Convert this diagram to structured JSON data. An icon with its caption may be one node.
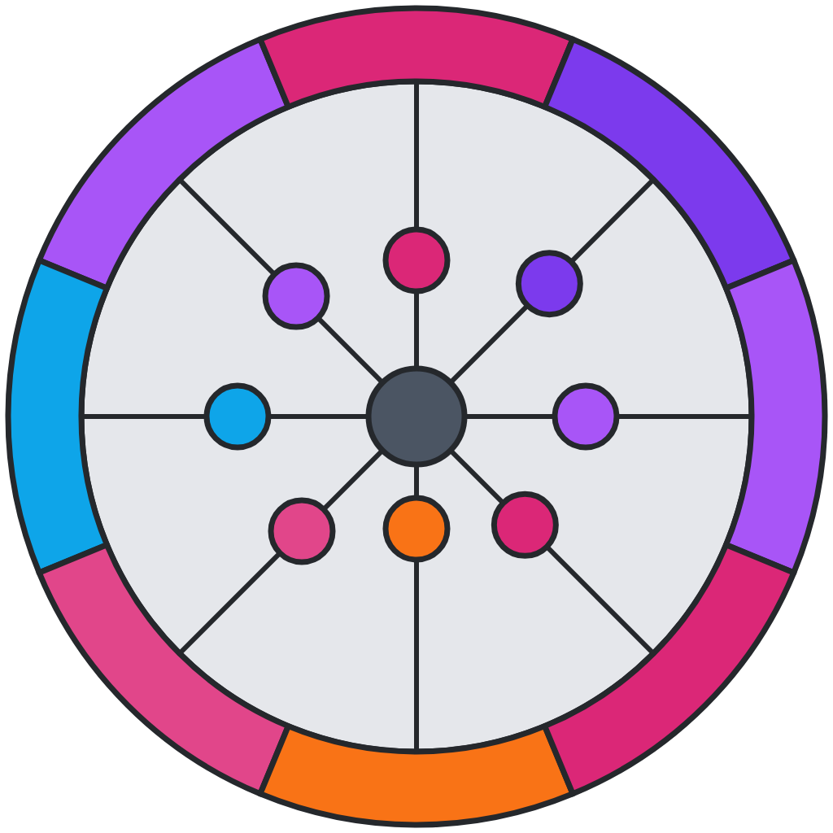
{
  "diagram": {
    "nodes": [
      {
        "text": [],
        "shape": "circle"
      },
      {
        "text": [],
        "shape": "circle"
      },
      {
        "text": [],
        "shape": "circle"
      },
      {
        "text": [],
        "shape": "circle"
      },
      {
        "text": [],
        "shape": "circle"
      },
      {
        "text": [],
        "shape": "circle"
      },
      {
        "text": [],
        "shape": "circle"
      },
      {
        "text": [],
        "shape": "circle"
      },
      {
        "text": [],
        "shape": "circle"
      },
      {
        "text": [],
        "shape": "band"
      },
      {
        "text": [],
        "shape": "band"
      },
      {
        "text": [],
        "shape": "band"
      },
      {
        "text": [],
        "shape": "band"
      },
      {
        "text": [],
        "shape": "band"
      },
      {
        "text": [],
        "shape": "band"
      },
      {
        "text": [],
        "shape": "band"
      },
      {
        "text": [],
        "shape": "band"
      }
    ],
    "edges": [
      {
        "from": 0,
        "to": 1,
        "arrow": "none"
      },
      {
        "from": 0,
        "to": 2,
        "arrow": "none"
      },
      {
        "from": 0,
        "to": 3,
        "arrow": "none"
      },
      {
        "from": 0,
        "to": 4,
        "arrow": "none"
      },
      {
        "from": 0,
        "to": 5,
        "arrow": "none"
      },
      {
        "from": 0,
        "to": 6,
        "arrow": "none"
      },
      {
        "from": 0,
        "to": 7,
        "arrow": "none"
      },
      {
        "from": 0,
        "to": 8,
        "arrow": "none"
      },
      {
        "from": 1,
        "to": 9,
        "arrow": "none"
      },
      {
        "from": 2,
        "to": 10,
        "arrow": "none"
      },
      {
        "from": 3,
        "to": 11,
        "arrow": "none"
      },
      {
        "from": 4,
        "to": 12,
        "arrow": "none"
      },
      {
        "from": 5,
        "to": 13,
        "arrow": "none"
      },
      {
        "from": 6,
        "to": 14,
        "arrow": "none"
      },
      {
        "from": 7,
        "to": 15,
        "arrow": "none"
      },
      {
        "from": 8,
        "to": 16,
        "arrow": "none"
      }
    ]
  }
}
